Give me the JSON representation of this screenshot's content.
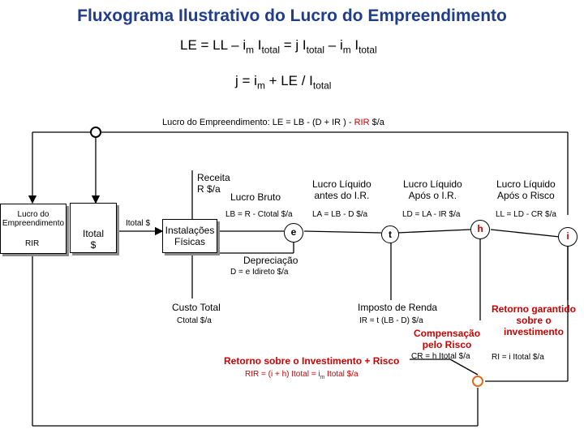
{
  "title": "Fluxograma Ilustrativo do Lucro do Empreendimento",
  "formulas": {
    "le_eq": {
      "a": "LE = LL – i",
      "a_sub": "m",
      "b": " I",
      "b_sub": "total",
      "c": " = j I",
      "c_sub": "total",
      "d": " – i",
      "d_sub": "m",
      "e": " I",
      "e_sub": "total"
    },
    "j_eq": {
      "a": "j = i",
      "a_sub": "m",
      "b": " + LE / I",
      "b_sub": "total"
    }
  },
  "top_line": {
    "text": "Lucro do Empreendimento:  LE = LB - (D + IR )  - ",
    "rir": "RIR",
    "unit": "  $/a"
  },
  "left_box": {
    "line1": "Lucro do",
    "line2": "Empreendimento",
    "rir": "RIR"
  },
  "itotal_box": {
    "line1": "Itotal",
    "line2": "$"
  },
  "itotal_label": "Itotal $",
  "instalacoes": {
    "line1": "Instalações",
    "line2": "Físicas"
  },
  "receita": {
    "line1": "Receita",
    "line2": "R $/a"
  },
  "lucro_bruto": "Lucro Bruto",
  "lb_formula": "LB = R - Ctotal  $/a",
  "node_e": "e",
  "node_t": "t",
  "node_h": "h",
  "node_i": "i",
  "ll_antes": {
    "line1": "Lucro Líquido",
    "line2": "antes do I.R."
  },
  "la_formula": "LA = LB - D  $/a",
  "ll_apos_ir": {
    "line1": "Lucro Líquido",
    "line2": "Após o I.R."
  },
  "ld_formula": "LD = LA - IR  $/a",
  "ll_apos_risco": {
    "line1": "Lucro Líquido",
    "line2": "Após o Risco"
  },
  "ll_formula": "LL = LD - CR  $/a",
  "depreciacao": "Depreciação",
  "d_formula": "D = e Idireto  $/a",
  "custo_total": "Custo Total",
  "ctotal_unit": "Ctotal  $/a",
  "imposto": "Imposto de Renda",
  "ir_formula": "IR = t (LB - D)  $/a",
  "compensacao": {
    "line1": "Compensação",
    "line2": "pelo Risco"
  },
  "cr_formula": "CR = h Itotal  $/a",
  "retorno_garantido": {
    "line1": "Retorno garantido",
    "line2": "sobre o",
    "line3": "investimento"
  },
  "ri_formula": "RI = i  Itotal  $/a",
  "retorno_risco": "Retorno sobre o Investimento + Risco",
  "rir_formula": {
    "a": "RIR = (i + h) Itotal = i",
    "sub": "m",
    "b": " Itotal  $/a"
  },
  "colors": {
    "title": "#1f3d8a",
    "red": "#cc0000",
    "shadow": "#8a8a8a",
    "orange_dot": "#e06a1a"
  }
}
